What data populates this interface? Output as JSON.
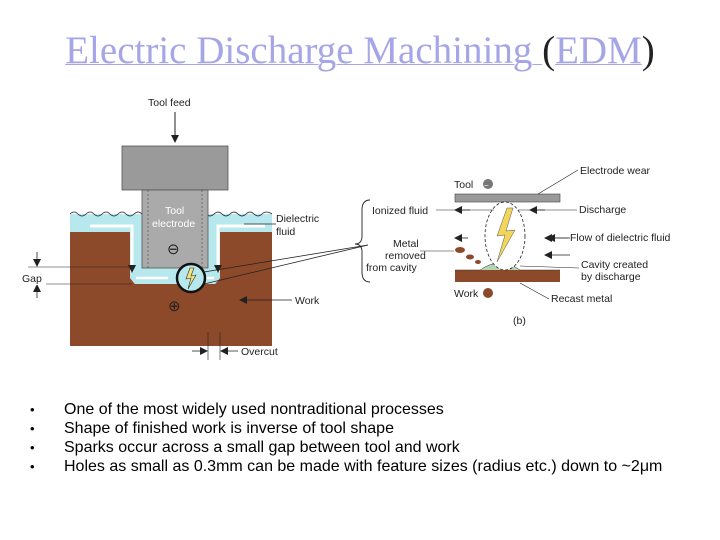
{
  "title": {
    "part1": "Electric Discharge Machining ",
    "paren_open": "(",
    "part2": "EDM",
    "paren_close": ")"
  },
  "diagram_labels": {
    "tool_feed": "Tool feed",
    "tool_electrode_1": "Tool",
    "tool_electrode_2": "electrode",
    "dielectric_1": "Dielectric",
    "dielectric_2": "fluid",
    "gap": "Gap",
    "work": "Work",
    "overcut": "Overcut",
    "minus": "⊖",
    "plus": "⊕",
    "tool": "Tool",
    "electrode_wear": "Electrode wear",
    "ionized_fluid": "Ionized fluid",
    "discharge": "Discharge",
    "metal_removed_1": "Metal",
    "metal_removed_2": "removed",
    "metal_removed_3": "from cavity",
    "flow_dielectric": "Flow of dielectric fluid",
    "cavity_1": "Cavity created",
    "cavity_2": "by discharge",
    "work_b": "Work",
    "recast": "Recast metal",
    "b_label": "(b)"
  },
  "bullets": [
    "One of the most widely used nontraditional processes",
    "Shape of finished work is inverse of tool shape",
    "Sparks occur across a small gap between tool and work",
    "Holes as small as 0.3mm can be made with feature sizes (radius etc.) down to ~2μm"
  ]
}
